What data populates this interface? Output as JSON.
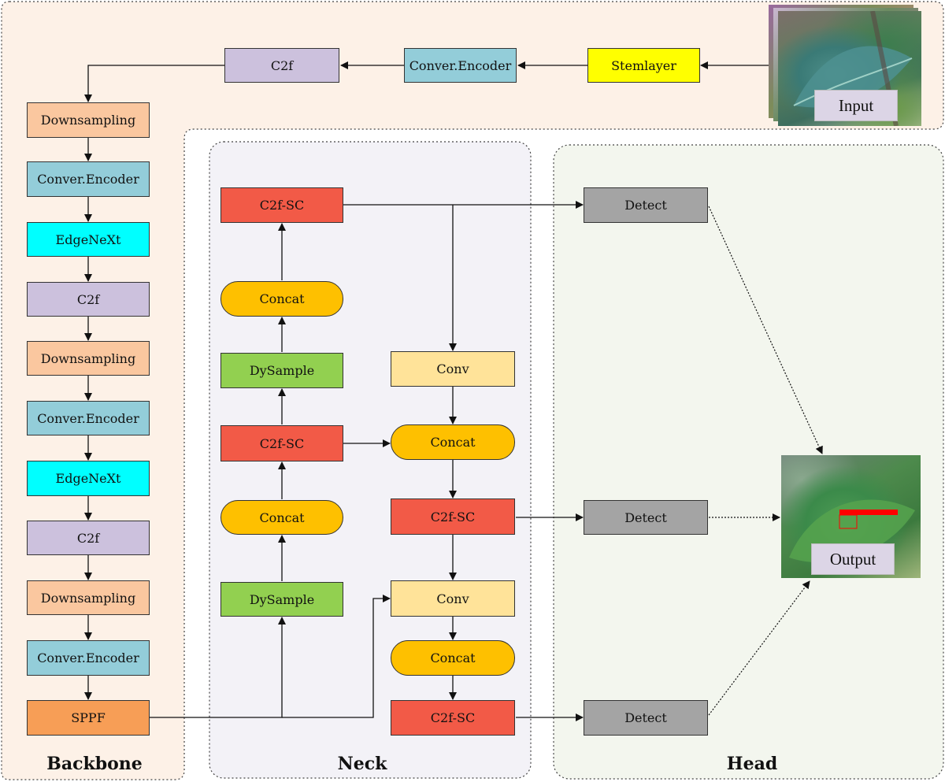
{
  "sections": {
    "backbone": "Backbone",
    "neck": "Neck",
    "head": "Head"
  },
  "images": {
    "input_label": "Input",
    "output_label": "Output"
  },
  "top_row": {
    "stemlayer": "Stemlayer",
    "encoder": "Conver.Encoder",
    "c2f": "C2f"
  },
  "backbone": {
    "down1": "Downsampling",
    "enc1": "Conver.Encoder",
    "edge1": "EdgeNeXt",
    "c2f1": "C2f",
    "down2": "Downsampling",
    "enc2": "Conver.Encoder",
    "edge2": "EdgeNeXt",
    "c2f2": "C2f",
    "down3": "Downsampling",
    "enc3": "Conver.Encoder",
    "sppf": "SPPF"
  },
  "neck": {
    "c2fsc_top": "C2f-SC",
    "concat1": "Concat",
    "dysample1": "DySample",
    "c2fsc_mid": "C2f-SC",
    "concat2": "Concat",
    "dysample2": "DySample",
    "conv1": "Conv",
    "concat3": "Concat",
    "c2fsc_r1": "C2f-SC",
    "conv2": "Conv",
    "concat4": "Concat",
    "c2fsc_r2": "C2f-SC"
  },
  "head": {
    "detect1": "Detect",
    "detect2": "Detect",
    "detect3": "Detect"
  },
  "colors": {
    "backbone_bg": "#fdf1e7",
    "neck_bg": "#f3f2f7",
    "head_bg": "#f3f6ee",
    "c2f": "#ccc1dd",
    "encoder": "#93cdd9",
    "stem": "#ffff00",
    "downsampling": "#fac79f",
    "edgenext": "#00ffff",
    "sppf": "#f79e56",
    "c2fsc": "#f25a47",
    "concat": "#fec000",
    "dysample": "#92d050",
    "conv": "#ffe399",
    "detect": "#a4a4a4"
  }
}
